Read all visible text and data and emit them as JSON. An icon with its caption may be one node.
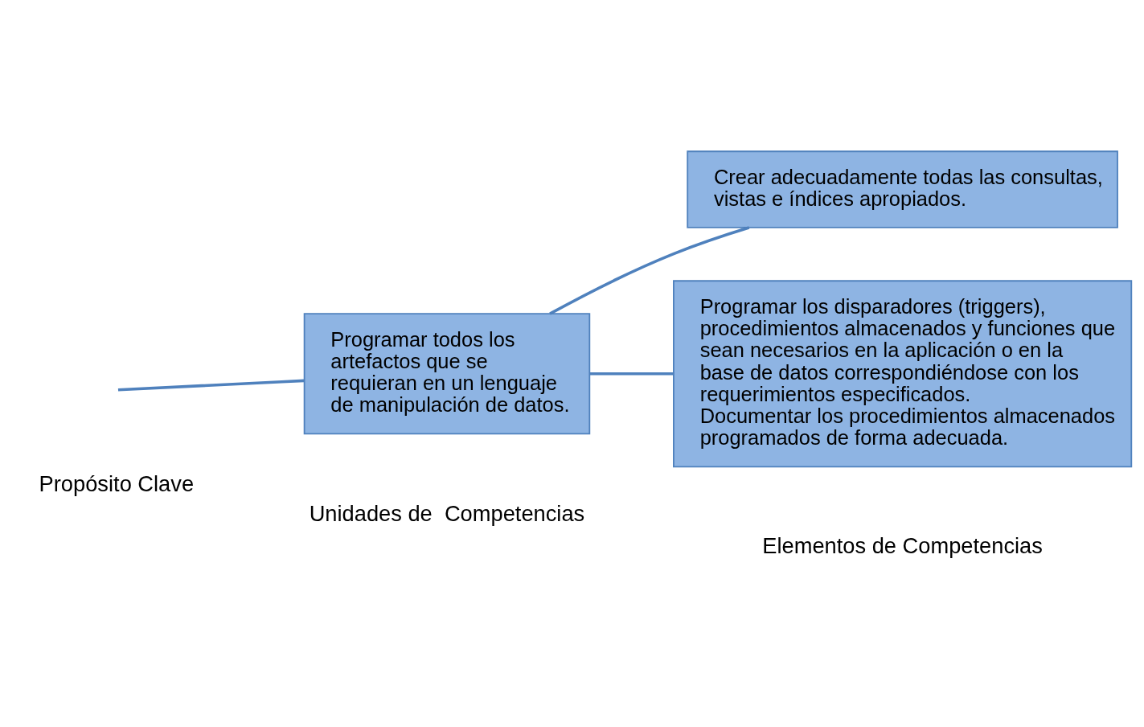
{
  "diagram": {
    "nodes": [
      {
        "text": [
          "Programar todos los artefactos que se requieran en un lenguaje de manipulación de datos."
        ]
      },
      {
        "text": [
          "Crear adecuadamente todas las consultas, vistas e índices apropiados."
        ]
      },
      {
        "text": [
          "Programar los disparadores (triggers), procedimientos almacenados y funciones que sean necesarios en la aplicación o en la base de datos correspondiéndose con los requerimientos especificados.",
          "Documentar los procedimientos almacenados programados de forma adecuada."
        ]
      }
    ],
    "edges": [
      {
        "from": null,
        "to": 0,
        "arrow": "none"
      },
      {
        "from": 0,
        "to": 1,
        "arrow": "none"
      },
      {
        "from": 0,
        "to": 2,
        "arrow": "none"
      }
    ],
    "labels": [
      "Propósito Clave",
      "Unidades de  Competencias",
      "Elementos de Competencias"
    ]
  }
}
